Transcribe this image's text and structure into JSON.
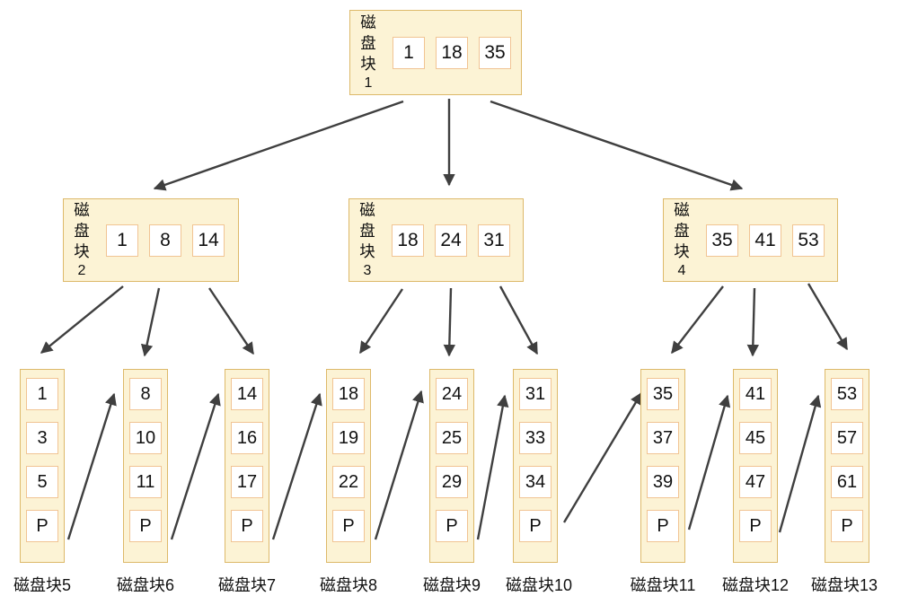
{
  "diagram": {
    "type": "b-plus-tree-index",
    "internal_nodes": [
      {
        "label": "磁盘块",
        "number": "1",
        "keys": [
          "1",
          "18",
          "35"
        ]
      },
      {
        "label": "磁盘块",
        "number": "2",
        "keys": [
          "1",
          "8",
          "14"
        ]
      },
      {
        "label": "磁盘块",
        "number": "3",
        "keys": [
          "18",
          "24",
          "31"
        ]
      },
      {
        "label": "磁盘块",
        "number": "4",
        "keys": [
          "35",
          "41",
          "53"
        ]
      }
    ],
    "leaf_nodes": [
      {
        "label": "磁盘块5",
        "cells": [
          "1",
          "3",
          "5",
          "P"
        ]
      },
      {
        "label": "磁盘块6",
        "cells": [
          "8",
          "10",
          "11",
          "P"
        ]
      },
      {
        "label": "磁盘块7",
        "cells": [
          "14",
          "16",
          "17",
          "P"
        ]
      },
      {
        "label": "磁盘块8",
        "cells": [
          "18",
          "19",
          "22",
          "P"
        ]
      },
      {
        "label": "磁盘块9",
        "cells": [
          "24",
          "25",
          "29",
          "P"
        ]
      },
      {
        "label": "磁盘块10",
        "cells": [
          "31",
          "33",
          "34",
          "P"
        ]
      },
      {
        "label": "磁盘块11",
        "cells": [
          "35",
          "37",
          "39",
          "P"
        ]
      },
      {
        "label": "磁盘块12",
        "cells": [
          "41",
          "45",
          "47",
          "P"
        ]
      },
      {
        "label": "磁盘块13",
        "cells": [
          "53",
          "57",
          "61",
          "P"
        ]
      }
    ],
    "colors": {
      "background": "#FFFFFF",
      "node_fill": "#FCF3D5",
      "node_border": "#DDB96A",
      "cell_fill": "#FFFFFF",
      "cell_border": "#F1C493",
      "arrow": "#3F3F3F",
      "text": "#111111"
    }
  }
}
